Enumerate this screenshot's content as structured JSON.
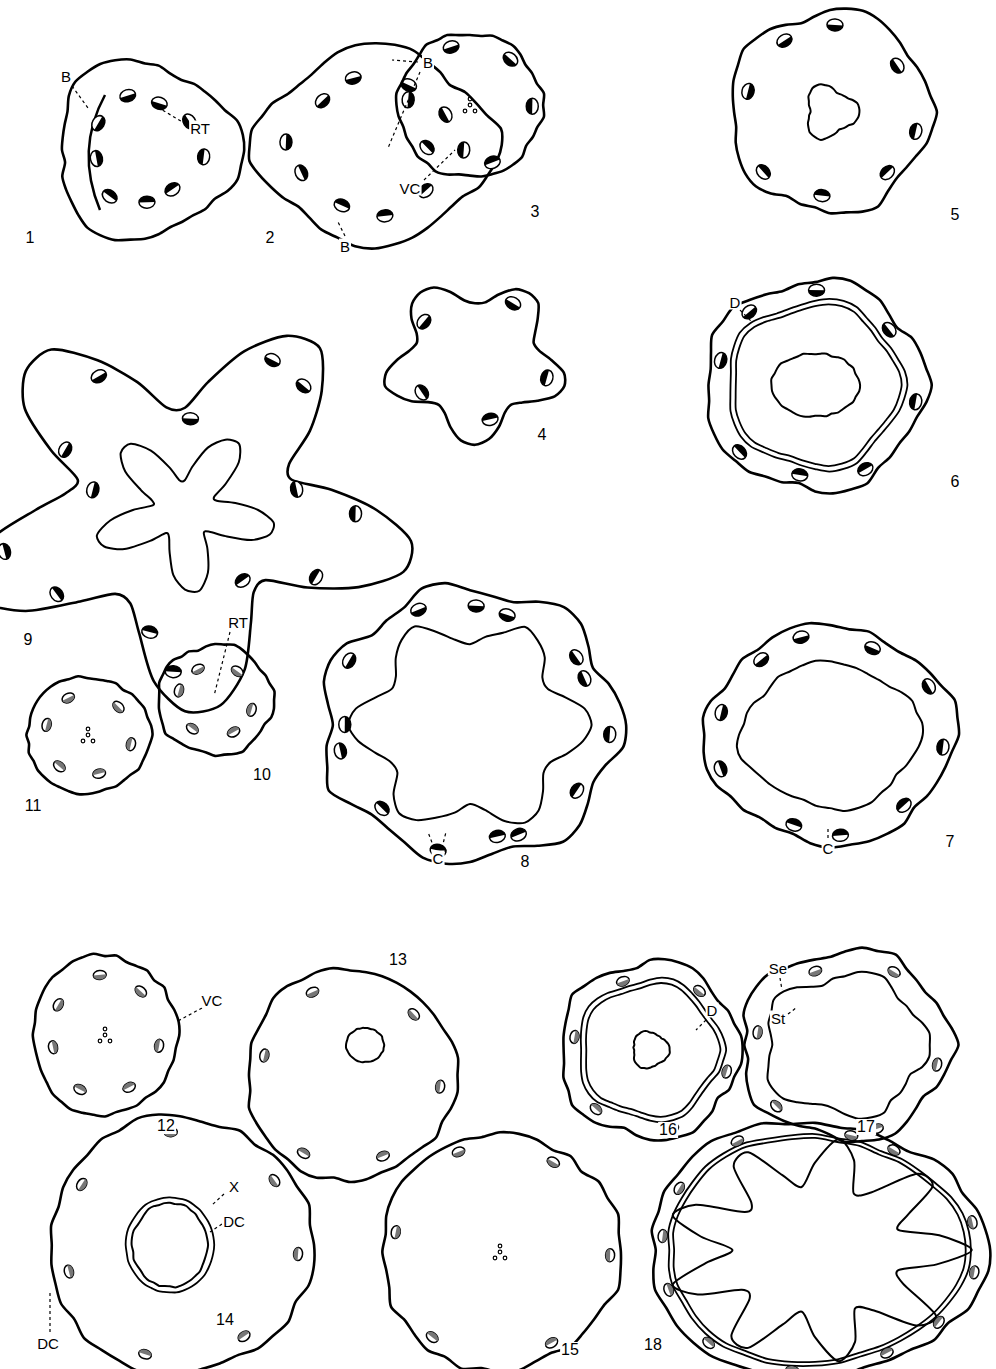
{
  "diagram": {
    "labels": [
      "B",
      "RT",
      "1",
      "B",
      "B",
      "2",
      "VC",
      "3",
      "5",
      "4",
      "D",
      "6",
      "9",
      "C",
      "8",
      "C",
      "7",
      "RT",
      "10",
      "11",
      "VC",
      "12",
      "13",
      "D",
      "16",
      "Se",
      "St",
      "17",
      "X",
      "DC",
      "DC",
      "14",
      "15",
      "18"
    ]
  }
}
